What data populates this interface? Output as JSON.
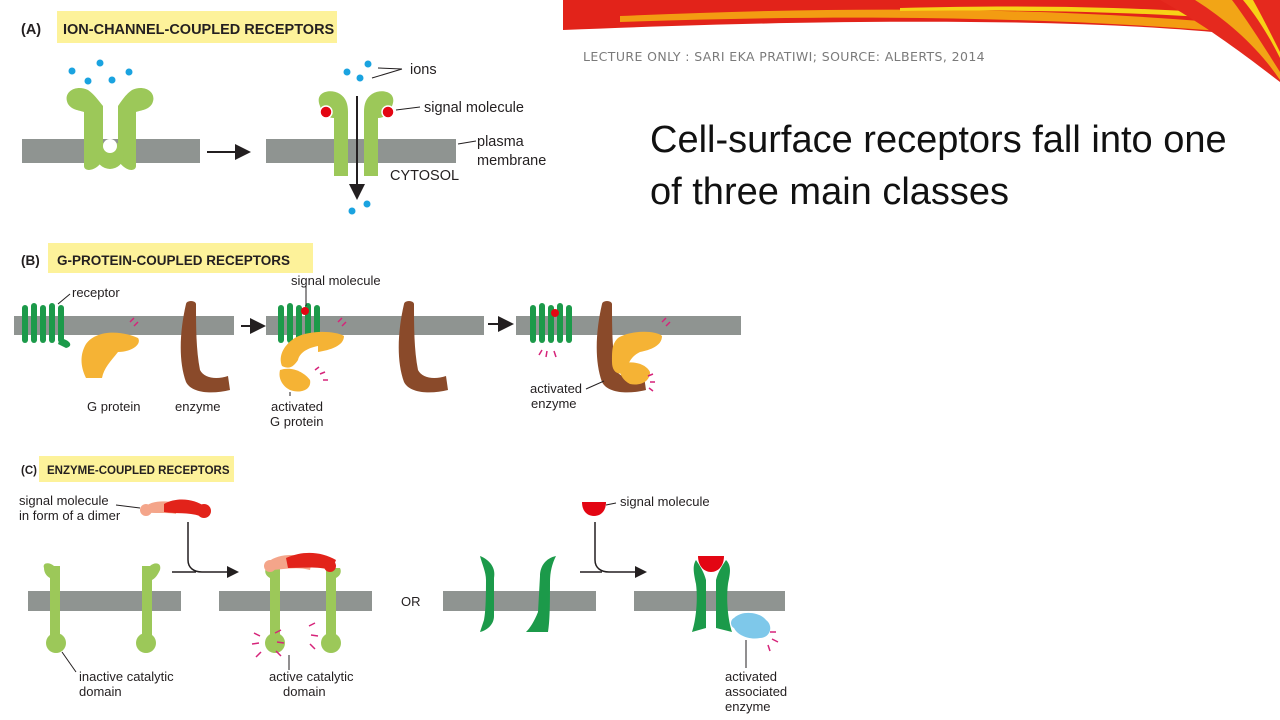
{
  "slide": {
    "credit": "LECTURE ONLY : SARI EKA PRATIWI; SOURCE: ALBERTS, 2014",
    "title": "Cell-surface receptors fall into one of three main classes",
    "colors": {
      "banner_red": "#e2231a",
      "banner_orange": "#f39c12",
      "banner_yellow": "#f7d117",
      "membrane": "#8f9491",
      "receptor_light_green": "#9cc859",
      "receptor_dark_green": "#1c9a4a",
      "g_protein": "#f5b335",
      "enzyme": "#8a4a2a",
      "signal": "#e30613",
      "ion": "#1aa3e0",
      "assoc_enzyme": "#7ec8ea",
      "header_highlight": "#fdf29a"
    }
  },
  "panel_a": {
    "letter": "(A)",
    "header": "ION-CHANNEL-COUPLED RECEPTORS",
    "label_ions": "ions",
    "label_signal": "signal molecule",
    "label_membrane_1": "plasma",
    "label_membrane_2": "membrane",
    "label_cytosol": "CYTOSOL"
  },
  "panel_b": {
    "letter": "(B)",
    "header": "G-PROTEIN-COUPLED RECEPTORS",
    "label_receptor": "receptor",
    "label_g_protein": "G protein",
    "label_enzyme": "enzyme",
    "label_signal": "signal molecule",
    "label_activated_g_1": "activated",
    "label_activated_g_2": "G protein",
    "label_activated_enzyme_1": "activated",
    "label_activated_enzyme_2": "enzyme"
  },
  "panel_c": {
    "letter": "(C)",
    "header": "ENZYME-COUPLED RECEPTORS",
    "label_dimer_1": "signal molecule",
    "label_dimer_2": "in form of a dimer",
    "label_signal": "signal molecule",
    "label_or": "OR",
    "label_inactive_1": "inactive catalytic",
    "label_inactive_2": "domain",
    "label_active_1": "active catalytic",
    "label_active_2": "domain",
    "label_assoc_1": "activated",
    "label_assoc_2": "associated",
    "label_assoc_3": "enzyme"
  }
}
